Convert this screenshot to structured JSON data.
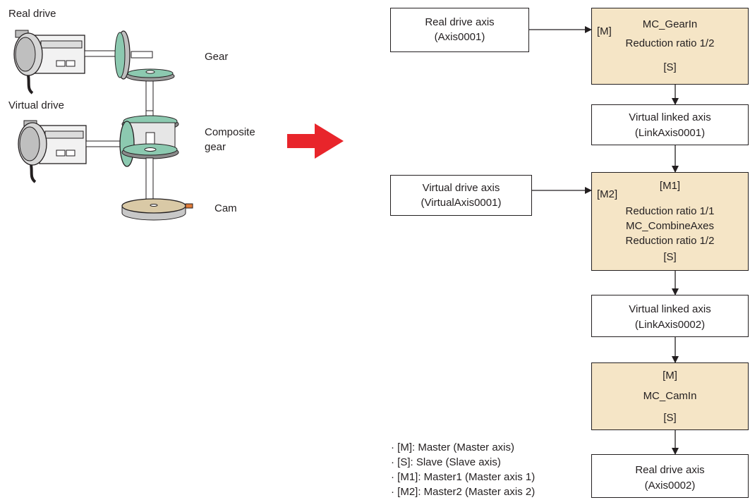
{
  "left": {
    "real_drive_label": "Real drive",
    "virtual_drive_label": "Virtual drive",
    "gear_label": "Gear",
    "composite_gear_label_1": "Composite",
    "composite_gear_label_2": "gear",
    "cam_label": "Cam"
  },
  "colors": {
    "function_block_fill": "#f5e5c6",
    "arrow_red": "#e8252b",
    "gear_green": "#8cc9b0",
    "cam_fill": "#d9c9a6",
    "cam_follower": "#e07b39"
  },
  "blocks": {
    "real_drive_axis_1": {
      "line1": "Real drive axis",
      "line2": "(Axis0001)"
    },
    "gearin": {
      "master": "[M]",
      "name": "MC_GearIn",
      "ratio": "Reduction ratio 1/2",
      "slave": "[S]"
    },
    "link1": {
      "line1": "Virtual linked axis",
      "line2": "(LinkAxis0001)"
    },
    "virtual_drive_axis": {
      "line1": "Virtual drive axis",
      "line2": "(VirtualAxis0001)"
    },
    "combine": {
      "master1": "[M1]",
      "master2": "[M2]",
      "ratio1": "Reduction ratio 1/1",
      "name": "MC_CombineAxes",
      "ratio2": "Reduction ratio 1/2",
      "slave": "[S]"
    },
    "link2": {
      "line1": "Virtual linked axis",
      "line2": "(LinkAxis0002)"
    },
    "camin": {
      "master": "[M]",
      "name": "MC_CamIn",
      "slave": "[S]"
    },
    "real_drive_axis_2": {
      "line1": "Real drive axis",
      "line2": "(Axis0002)"
    }
  },
  "legend": [
    "· [M]: Master (Master axis)",
    "· [S]: Slave (Slave axis)",
    "· [M1]: Master1 (Master axis 1)",
    "· [M2]: Master2 (Master axis 2)"
  ]
}
